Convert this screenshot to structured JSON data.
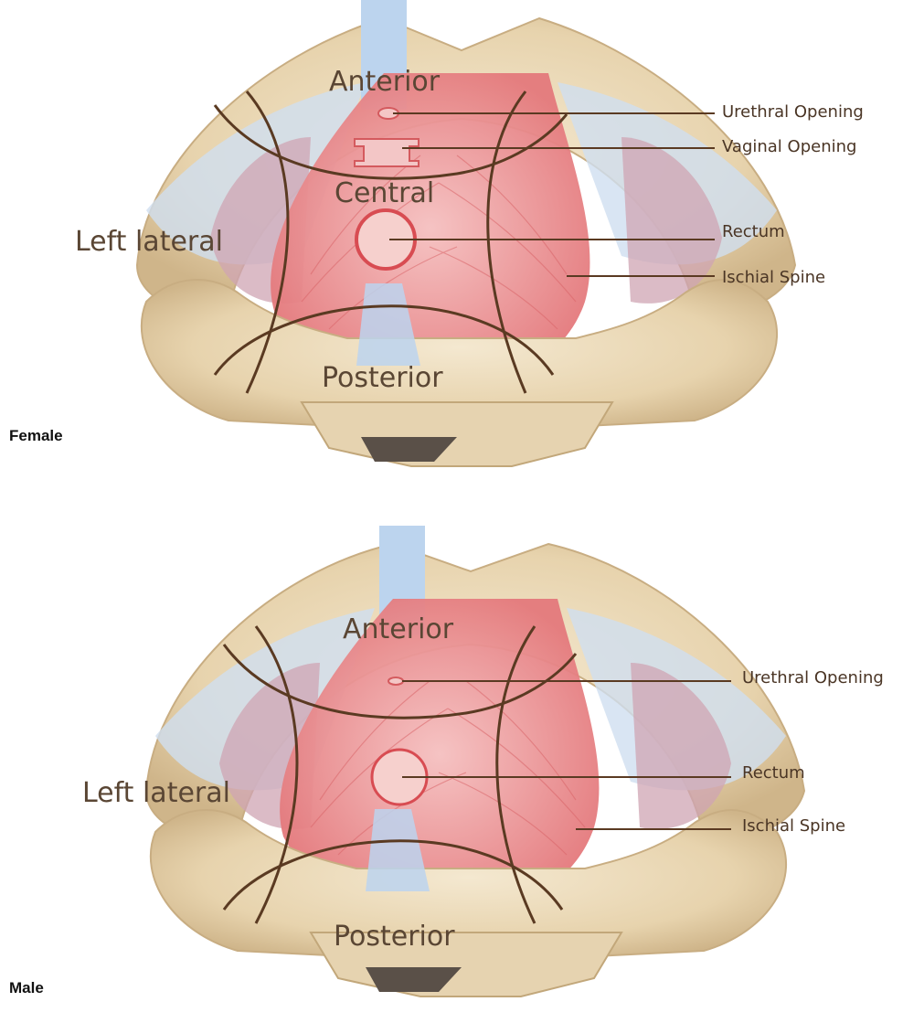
{
  "figures": [
    {
      "caption": "Female",
      "regions": {
        "anterior": "Anterior",
        "central": "Central",
        "left_lateral": "Left lateral",
        "posterior": "Posterior"
      },
      "callouts": [
        "Urethral Opening",
        "Vaginal Opening",
        "Rectum",
        "Ischial Spine"
      ]
    },
    {
      "caption": "Male",
      "regions": {
        "anterior": "Anterior",
        "left_lateral": "Left lateral",
        "posterior": "Posterior"
      },
      "callouts": [
        "Urethral Opening",
        "Rectum",
        "Ischial Spine"
      ]
    }
  ],
  "colors": {
    "bone": "#ead9b8",
    "muscle": "#e88a8a",
    "fascia": "#b9d3ec",
    "zone_lines": "#5a3a22"
  }
}
